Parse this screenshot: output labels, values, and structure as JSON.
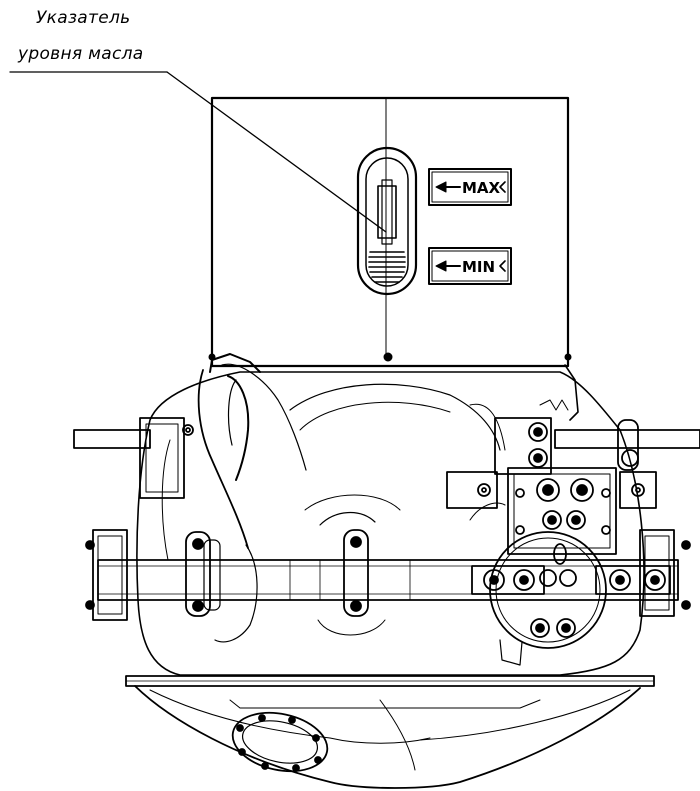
{
  "callout": {
    "line1": "Указатель",
    "line2": "уровня масла"
  },
  "gauge": {
    "max_label": "MAX",
    "min_label": "MIN"
  }
}
